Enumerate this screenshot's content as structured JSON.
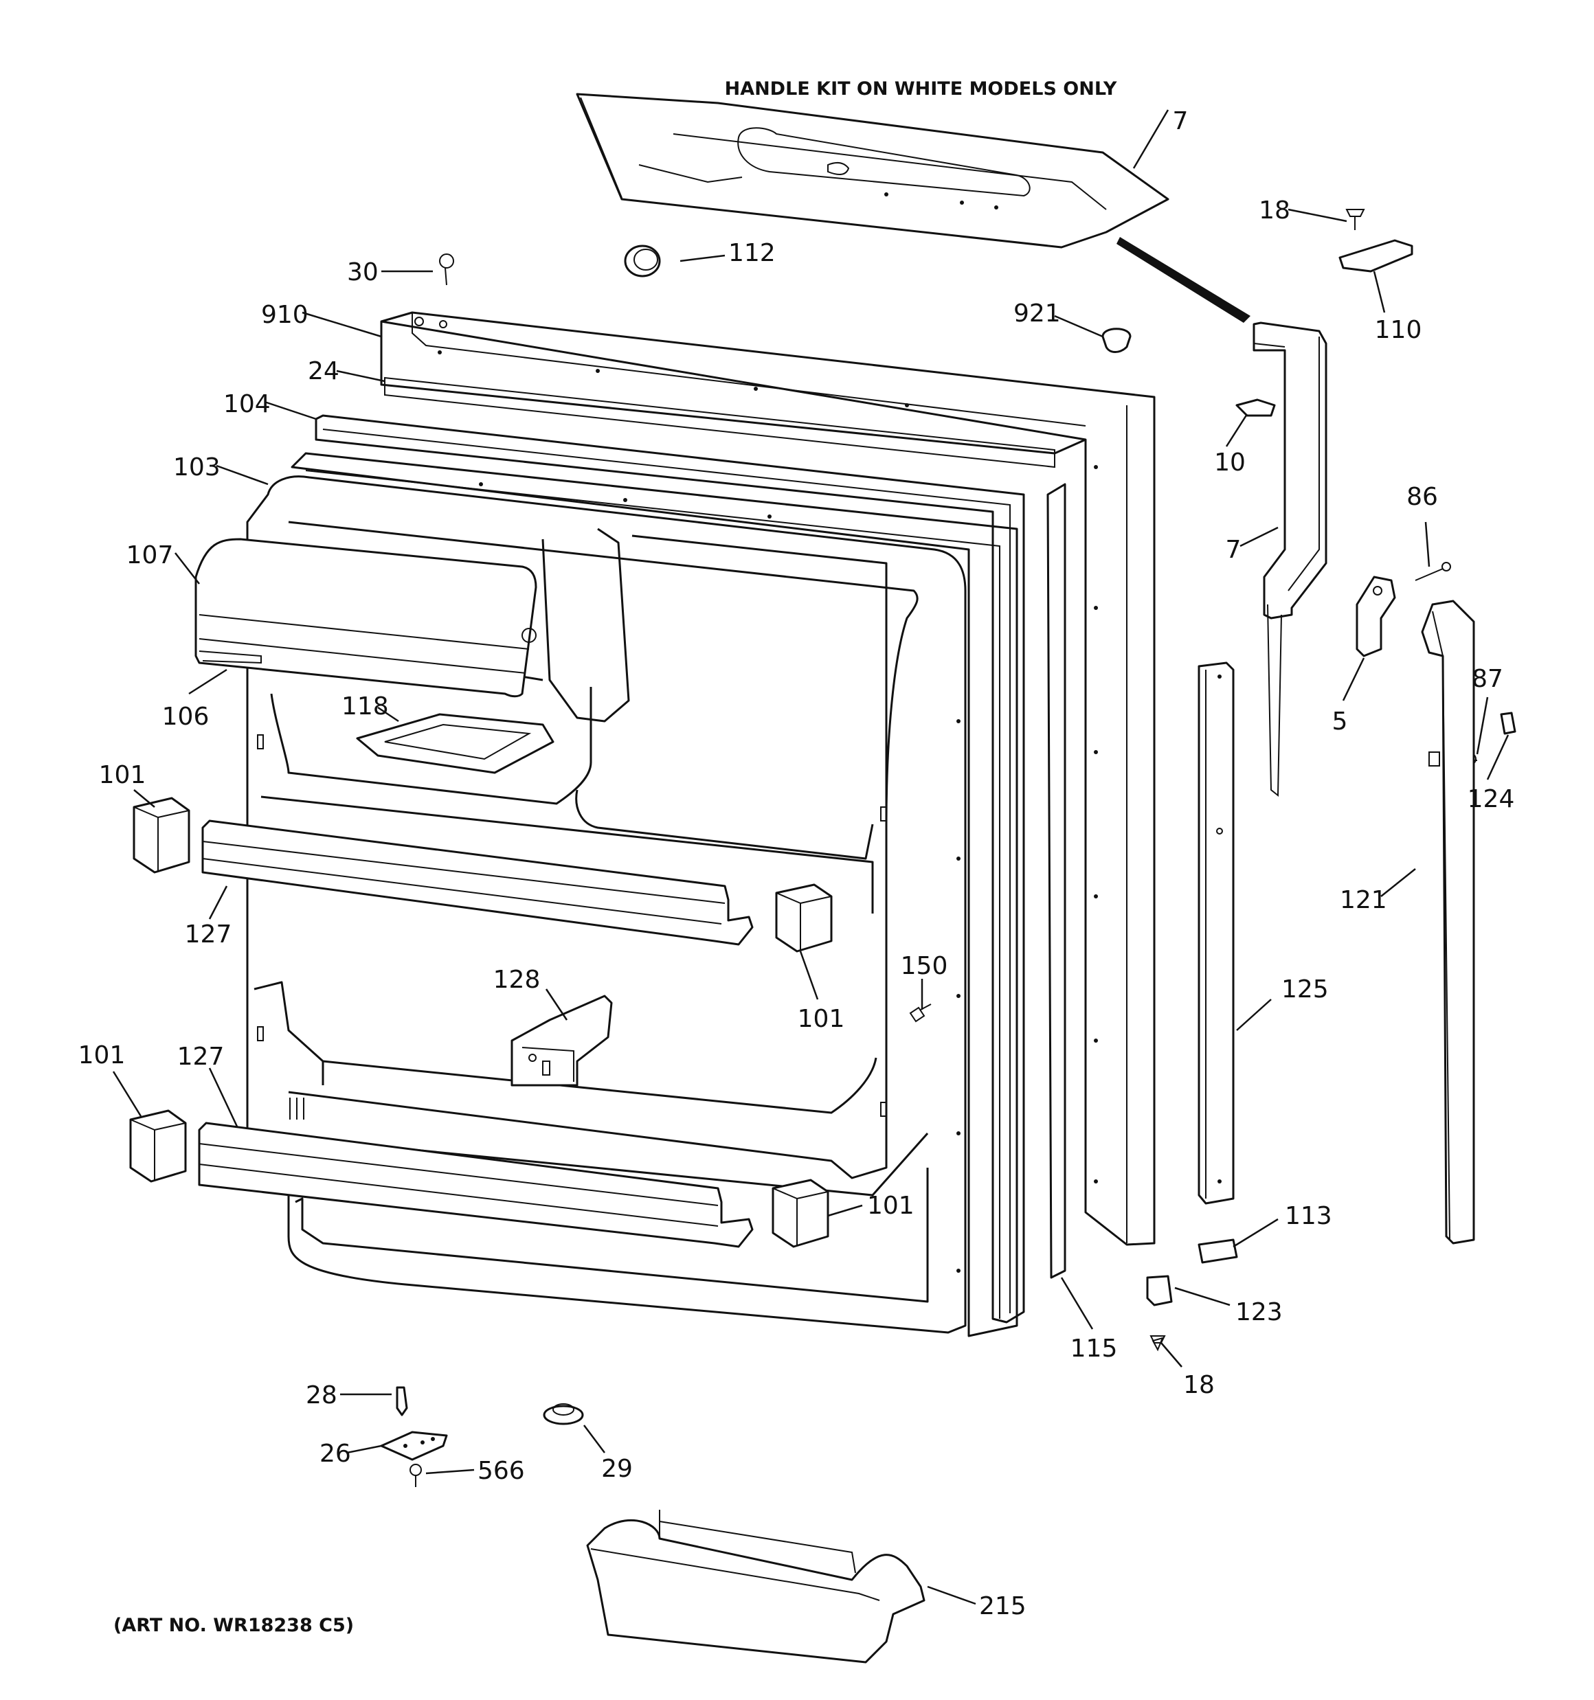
{
  "header_note": "HANDLE KIT ON WHITE MODELS ONLY",
  "art_number": "(ART NO. WR18238 C5)",
  "callouts": {
    "c7_top": "7",
    "c18_top": "18",
    "c110": "110",
    "c112": "112",
    "c30": "30",
    "c921": "921",
    "c910": "910",
    "c24": "24",
    "c104": "104",
    "c103": "103",
    "c10": "10",
    "c86": "86",
    "c7_mid": "7",
    "c107": "107",
    "c106": "106",
    "c5": "5",
    "c87": "87",
    "c118": "118",
    "c124": "124",
    "c101_a": "101",
    "c121": "121",
    "c127_a": "127",
    "c101_b": "101",
    "c150": "150",
    "c128": "128",
    "c125": "125",
    "c101_c": "101",
    "c127_b": "127",
    "c101_d": "101",
    "c113": "113",
    "c123": "123",
    "c115": "115",
    "c18_bot": "18",
    "c28": "28",
    "c26": "26",
    "c566": "566",
    "c29": "29",
    "c215": "215"
  }
}
